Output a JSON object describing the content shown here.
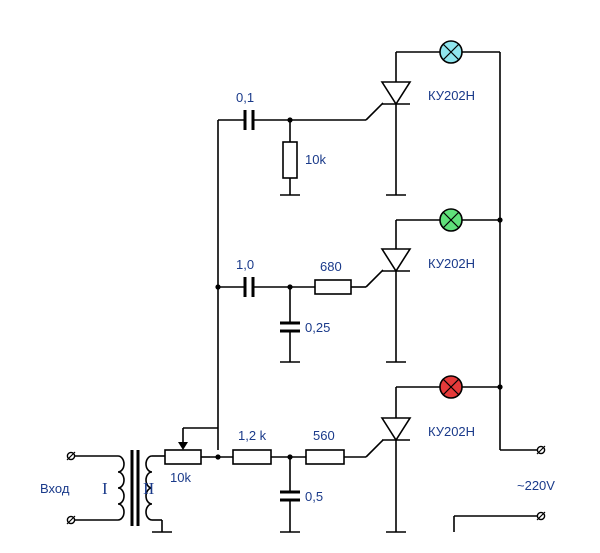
{
  "labels": {
    "cap_top": "0,1",
    "res_top": "10k",
    "thyristor_top": "КУ202Н",
    "cap_mid": "1,0",
    "res_mid": "680",
    "cap_mid_shunt": "0,25",
    "thyristor_mid": "КУ202Н",
    "res_bot_1": "1,2 k",
    "res_bot_2": "560",
    "cap_bot_shunt": "0,5",
    "thyristor_bot": "КУ202Н",
    "potentiometer": "10k",
    "input": "Вход",
    "winding_primary": "I",
    "winding_secondary": "II",
    "supply": "~220V"
  },
  "lamps": {
    "top_color": "#8fe6ee",
    "mid_color": "#5fe07a",
    "bot_color": "#e53a3a"
  }
}
